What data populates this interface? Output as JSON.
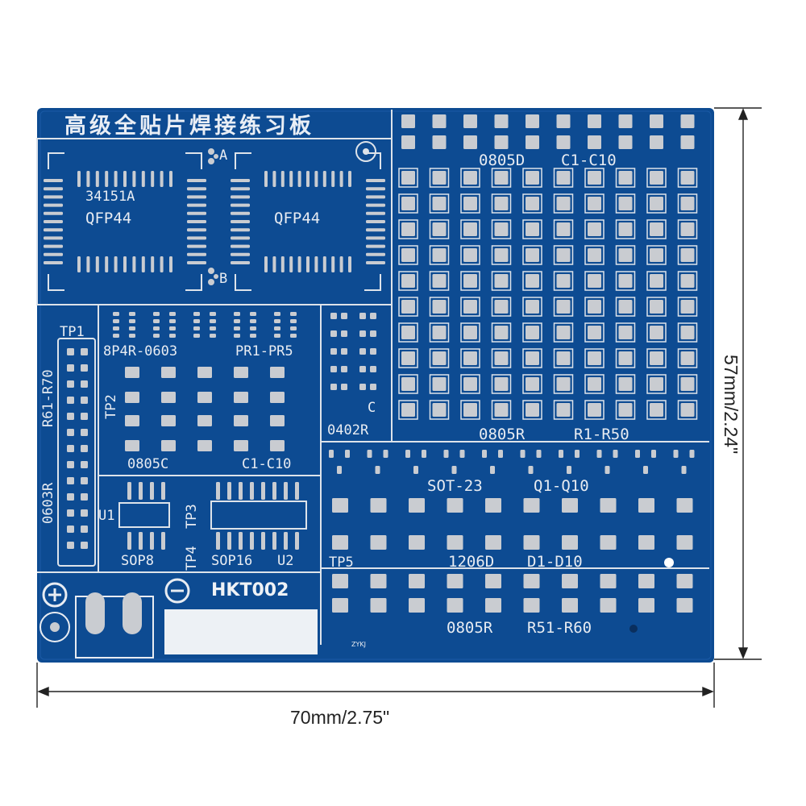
{
  "board": {
    "title": "高级全贴片焊接练习板",
    "model": "HKT002",
    "credit": "ZYKJ",
    "colors": {
      "pcb": "#0d4b92",
      "trace": "#0a3f7e",
      "silk": "#e8ecf2",
      "pad": "#c9ccd1"
    }
  },
  "labels": {
    "chip_a_part": "34151A",
    "chip_a_pkg": "QFP44",
    "chip_b_pkg": "QFP44",
    "mark_a": "A",
    "mark_b": "B",
    "mark_c": "C",
    "caps_top": "0805D",
    "caps_top_range": "C1-C10",
    "res_grid": "0805R",
    "res_grid_range": "R1-R50",
    "tp1": "TP1",
    "tp2": "TP2",
    "tp3": "TP3",
    "tp4": "TP4",
    "tp5": "TP5",
    "res_side": "R61-R70",
    "res_side_pkg": "0603R",
    "net_pkg": "8P4R-0603",
    "net_range": "PR1-PR5",
    "small_res": "0402R",
    "caps_mid": "0805C",
    "caps_mid_range": "C1-C10",
    "sot": "SOT-23",
    "sot_range": "Q1-Q10",
    "diode": "1206D",
    "diode_range": "D1-D10",
    "res_bottom": "0805R",
    "res_bottom_range": "R51-R60",
    "u1": "U1",
    "u2": "U2",
    "sop8": "SOP8",
    "sop16": "SOP16",
    "plus": "+",
    "minus": "−"
  },
  "dimensions": {
    "height": "57mm/2.24\"",
    "width": "70mm/2.75\""
  }
}
